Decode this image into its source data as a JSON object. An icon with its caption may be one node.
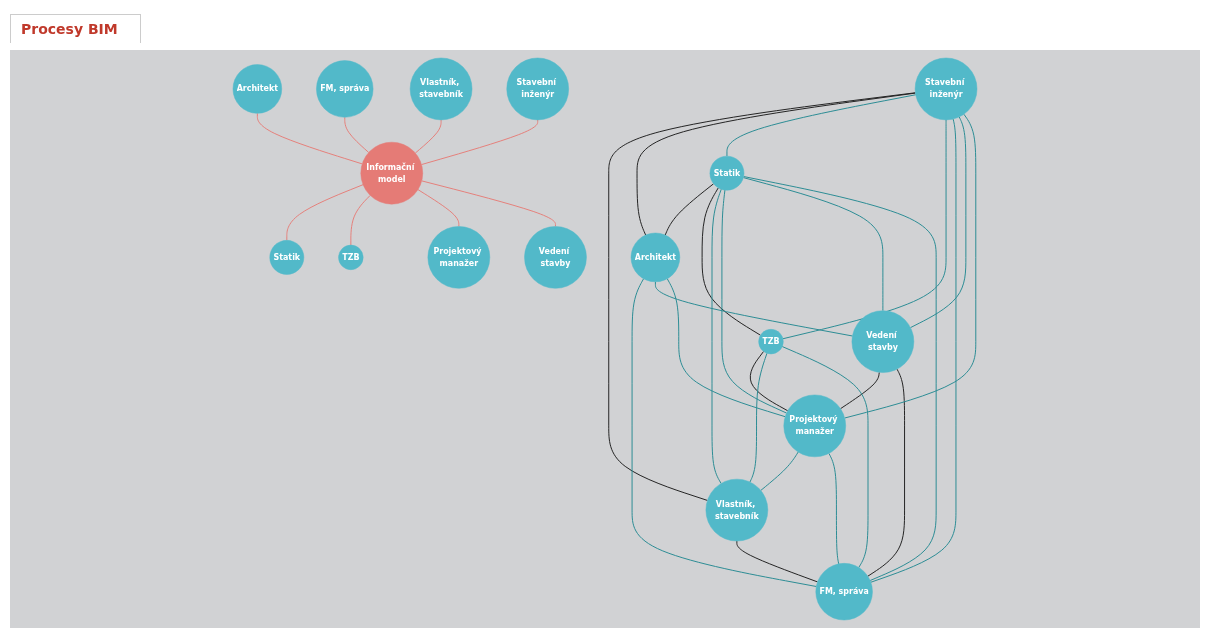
{
  "diagram": {
    "title": "Procesy BIM",
    "nodes": [
      {
        "text": [
          "Architekt"
        ]
      },
      {
        "text": [
          "Statik"
        ]
      },
      {
        "text": [
          "TZB"
        ]
      },
      {
        "text": [
          "Projektový manažer"
        ]
      },
      {
        "text": [
          "Vedení stavby"
        ]
      },
      {
        "text": [
          "FM, správa"
        ]
      },
      {
        "text": [
          "Vlastník, stavebník"
        ]
      },
      {
        "text": [
          "Stavební inženýr"
        ]
      },
      {
        "text": [
          "Architekt"
        ]
      },
      {
        "text": [
          "Statik"
        ]
      },
      {
        "text": [
          "TZB"
        ]
      },
      {
        "text": [
          "Projektový manažer"
        ]
      },
      {
        "text": [
          "Vedení stavby"
        ]
      },
      {
        "text": [
          "FM, správa"
        ]
      },
      {
        "text": [
          "Vlastník, stavebník"
        ]
      },
      {
        "text": [
          "Stavební inženýr"
        ]
      },
      {
        "text": [
          "Informační model"
        ]
      }
    ],
    "edges": [
      {
        "from": 1,
        "to": 0,
        "arrow": "none",
        "color": "#222222"
      },
      {
        "from": 1,
        "to": 2,
        "arrow": "none",
        "color": "#222222"
      },
      {
        "from": 2,
        "to": 3,
        "arrow": "none",
        "color": "#222222"
      },
      {
        "from": 4,
        "to": 3,
        "arrow": "none",
        "color": "#222222"
      },
      {
        "from": 4,
        "to": 5,
        "arrow": "none",
        "color": "#222222"
      },
      {
        "from": 6,
        "to": 5,
        "arrow": "none",
        "color": "#222222"
      },
      {
        "from": 7,
        "to": 6,
        "arrow": "none",
        "color": "#222222"
      },
      {
        "from": 7,
        "to": 0,
        "arrow": "none",
        "color": "#222222"
      },
      {
        "from": 7,
        "to": 1,
        "arrow": "none"
      },
      {
        "from": 7,
        "to": 2,
        "arrow": "none"
      },
      {
        "from": 1,
        "to": 6,
        "arrow": "none"
      },
      {
        "from": 0,
        "to": 5,
        "arrow": "none"
      },
      {
        "from": 0,
        "to": 4,
        "arrow": "none"
      },
      {
        "from": 0,
        "to": 3,
        "arrow": "none"
      },
      {
        "from": 7,
        "to": 5,
        "arrow": "none"
      },
      {
        "from": 7,
        "to": 4,
        "arrow": "none"
      },
      {
        "from": 1,
        "to": 3,
        "arrow": "none"
      },
      {
        "from": 1,
        "to": 4,
        "arrow": "none"
      },
      {
        "from": 1,
        "to": 5,
        "arrow": "none"
      },
      {
        "from": 7,
        "to": 3,
        "arrow": "none"
      },
      {
        "from": 2,
        "to": 6,
        "arrow": "none"
      },
      {
        "from": 3,
        "to": 6,
        "arrow": "none"
      },
      {
        "from": 2,
        "to": 5,
        "arrow": "none"
      },
      {
        "from": 3,
        "to": 5,
        "arrow": "none"
      },
      {
        "from": 8,
        "to": 16,
        "arrow": "none",
        "color": "#e5807a"
      },
      {
        "from": 16,
        "to": 9,
        "arrow": "none",
        "color": "#e5807a"
      },
      {
        "from": 16,
        "to": 10,
        "arrow": "none",
        "color": "#e5807a"
      },
      {
        "from": 16,
        "to": 11,
        "arrow": "none",
        "color": "#e5807a"
      },
      {
        "from": 16,
        "to": 12,
        "arrow": "none",
        "color": "#e5807a"
      },
      {
        "from": 13,
        "to": 16,
        "arrow": "none",
        "color": "#e5807a"
      },
      {
        "from": 14,
        "to": 16,
        "arrow": "none",
        "color": "#e5807a"
      },
      {
        "from": 15,
        "to": 16,
        "arrow": "none",
        "color": "#e5807a"
      }
    ]
  }
}
